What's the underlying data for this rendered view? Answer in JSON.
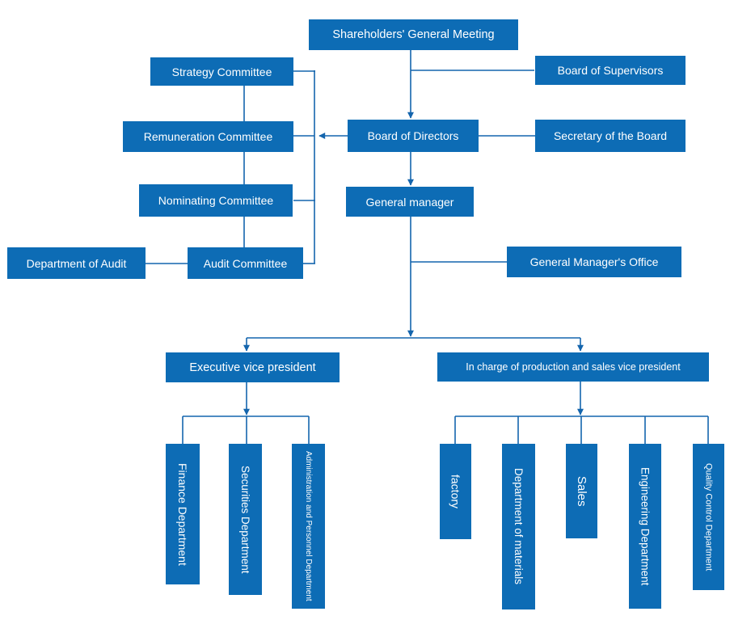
{
  "diagram": {
    "type": "org-chart",
    "description": "Corporate governance organization chart"
  },
  "colors": {
    "box": "#0d6cb5",
    "line": "#1465ad",
    "text": "#ffffff",
    "background": "#ffffff"
  },
  "nodes": {
    "shareholders": {
      "label": "Shareholders' General Meeting"
    },
    "strategy": {
      "label": "Strategy Committee"
    },
    "supervisors": {
      "label": "Board of Supervisors"
    },
    "remuneration": {
      "label": "Remuneration Committee"
    },
    "directors": {
      "label": "Board of Directors"
    },
    "secretary": {
      "label": "Secretary of the Board"
    },
    "nominating": {
      "label": "Nominating Committee"
    },
    "general_manager": {
      "label": "General manager"
    },
    "dept_audit": {
      "label": "Department of Audit"
    },
    "audit": {
      "label": "Audit Committee"
    },
    "gm_office": {
      "label": "General Manager's Office"
    },
    "evp": {
      "label": "Executive vice president"
    },
    "vp_prod": {
      "label": "In charge of production and sales vice president"
    },
    "finance": {
      "label": "Finance Department"
    },
    "securities": {
      "label": "Securities Department"
    },
    "admin": {
      "label": "Administration and Personnel Department"
    },
    "factory": {
      "label": "factory"
    },
    "materials": {
      "label": "Department of materials"
    },
    "sales": {
      "label": "Sales"
    },
    "engineering": {
      "label": "Engineering Department"
    },
    "quality": {
      "label": "Quality Control Department"
    }
  },
  "edges": [
    {
      "from": "shareholders",
      "to": "directors",
      "arrow": true
    },
    {
      "from": "shareholders",
      "to": "supervisors",
      "arrow": false
    },
    {
      "from": "directors",
      "to": "remuneration",
      "arrow": true
    },
    {
      "from": "strategy",
      "to": "remuneration",
      "arrow": false
    },
    {
      "from": "remuneration",
      "to": "nominating",
      "arrow": false
    },
    {
      "from": "nominating",
      "to": "audit",
      "arrow": false
    },
    {
      "from": "audit",
      "to": "dept_audit",
      "arrow": false
    },
    {
      "from": "directors",
      "to": "secretary",
      "arrow": false
    },
    {
      "from": "directors",
      "to": "general_manager",
      "arrow": true
    },
    {
      "from": "general_manager",
      "to": "gm_office",
      "arrow": false
    },
    {
      "from": "general_manager",
      "to": "evp",
      "arrow": true
    },
    {
      "from": "general_manager",
      "to": "vp_prod",
      "arrow": true
    },
    {
      "from": "evp",
      "to": "finance",
      "arrow": false
    },
    {
      "from": "evp",
      "to": "securities",
      "arrow": false
    },
    {
      "from": "evp",
      "to": "admin",
      "arrow": false
    },
    {
      "from": "vp_prod",
      "to": "factory",
      "arrow": false
    },
    {
      "from": "vp_prod",
      "to": "materials",
      "arrow": false
    },
    {
      "from": "vp_prod",
      "to": "sales",
      "arrow": false
    },
    {
      "from": "vp_prod",
      "to": "engineering",
      "arrow": false
    },
    {
      "from": "vp_prod",
      "to": "quality",
      "arrow": false
    }
  ]
}
